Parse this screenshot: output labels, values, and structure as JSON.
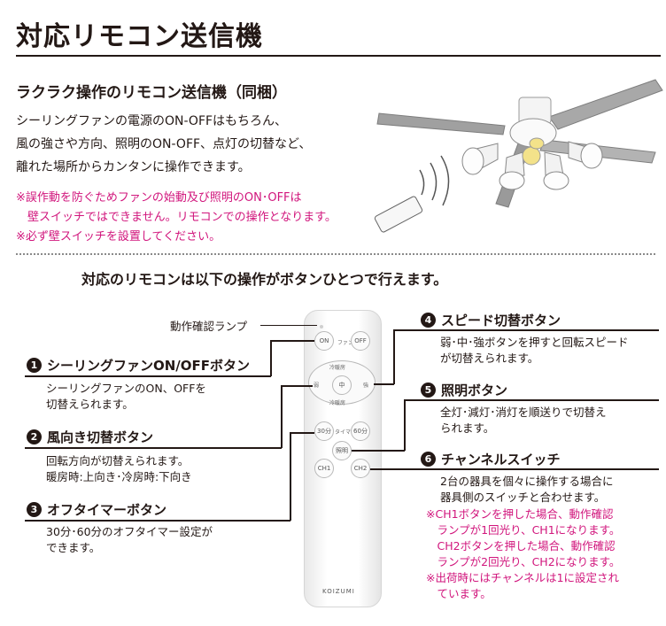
{
  "page": {
    "title": "対応リモコン送信機",
    "subtitle": "ラクラク操作のリモコン送信機（同梱）",
    "description": [
      "シーリングファンの電源のON-OFFはもちろん、",
      "風の強さや方向、照明のON-OFF、点灯の切替など、",
      "離れた場所からカンタンに操作できます。"
    ],
    "notes": [
      "※誤作動を防ぐためファンの始動及び照明のON･OFFは",
      "　壁スイッチではできません。リモコンでの操作となります。",
      "※必ず壁スイッチを設置してください。"
    ],
    "intro": "対応のリモコンは以下の操作がボタンひとつで行えます。"
  },
  "lamp_label": "動作確認ランプ",
  "features": {
    "f1": {
      "num": "1",
      "title": "シーリングファンON/OFFボタン",
      "body": [
        "シーリングファンのON、OFFを",
        "切替えられます。"
      ]
    },
    "f2": {
      "num": "2",
      "title": "風向き切替ボタン",
      "body": [
        "回転方向が切替えられます。",
        "暖房時:上向き･冷房時:下向き"
      ]
    },
    "f3": {
      "num": "3",
      "title": "オフタイマーボタン",
      "body": [
        "30分･60分のオフタイマー設定が",
        "できます。"
      ]
    },
    "f4": {
      "num": "4",
      "title": "スピード切替ボタン",
      "body": [
        "弱･中･強ボタンを押すと回転スピード",
        "が切替えられます。"
      ]
    },
    "f5": {
      "num": "5",
      "title": "照明ボタン",
      "body": [
        "全灯･減灯･消灯を順送りで切替え",
        "られます。"
      ]
    },
    "f6": {
      "num": "6",
      "title": "チャンネルスイッチ",
      "body": [
        "2台の器具を個々に操作する場合に",
        "器具側のスイッチと合わせます。"
      ],
      "notes": [
        "※CH1ボタンを押した場合、動作確認",
        "　ランプが1回光り、CH1になります。",
        "　CH2ボタンを押した場合、動作確認",
        "　ランプが2回光り、CH2になります。",
        "※出荷時にはチャンネルは1に設定され",
        "　ています。"
      ]
    }
  },
  "remote": {
    "on": "ON",
    "fan": "ファン",
    "off": "OFF",
    "cool": "冷暖房",
    "weak": "弱",
    "mid": "中",
    "strong": "強",
    "heat": "冷暖房",
    "t30": "30分",
    "timer": "タイマー",
    "t60": "60分",
    "light": "照明",
    "ch1": "CH1",
    "ch2": "CH2",
    "brand": "KOIZUMI"
  }
}
